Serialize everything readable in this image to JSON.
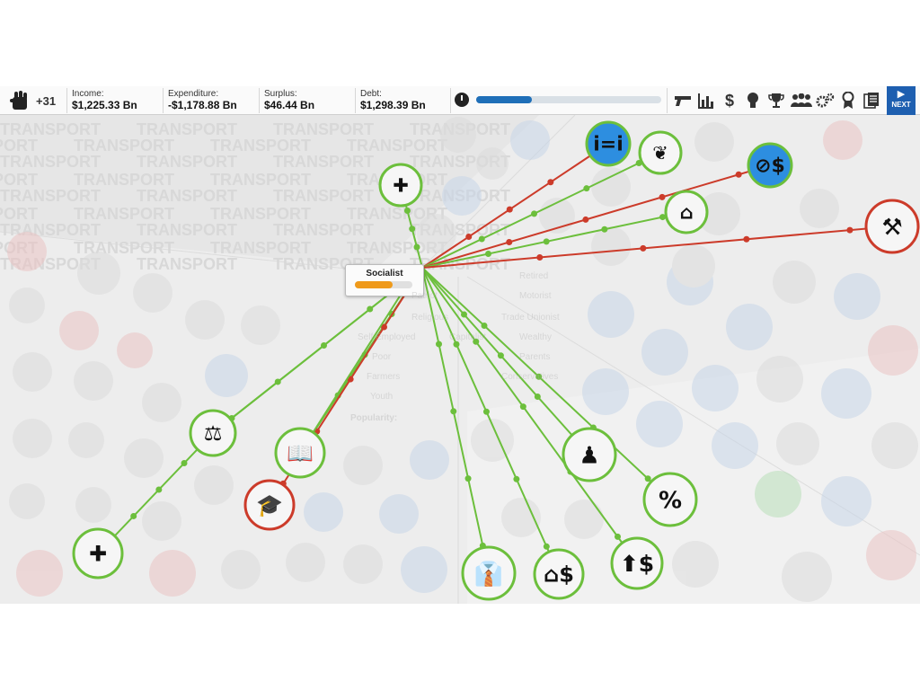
{
  "topbar": {
    "political_capital": "+31",
    "stats": [
      {
        "label": "Income:",
        "value": "$1,225.33 Bn"
      },
      {
        "label": "Expenditure:",
        "value": "-$1,178.88 Bn"
      },
      {
        "label": "Surplus:",
        "value": "$46.44 Bn"
      },
      {
        "label": "Debt:",
        "value": "$1,298.39 Bn"
      }
    ],
    "turn_progress": 0.3,
    "next_label": "NEXT",
    "icons": [
      "police-gun-icon",
      "statistics-chart-icon",
      "finance-dollar-icon",
      "ideas-lightbulb-icon",
      "achievements-trophy-icon",
      "cabinet-people-icon",
      "settings-gears-icon",
      "awards-ribbon-icon",
      "documents-icon"
    ]
  },
  "background_watermark": "TRANSPORT",
  "popup": {
    "title": "Socialist",
    "popularity_fraction": 0.65
  },
  "faded_panel": {
    "groups": [
      "Patriot",
      "Religious",
      "Trade Unionist",
      "Self Employed",
      "Capitalist",
      "Wealthy",
      "Poor",
      "Parents",
      "Farmers",
      "Conservatives",
      "Youth",
      "Retired",
      "Motorist"
    ],
    "popularity_label": "Popularity:"
  },
  "colors": {
    "positive": "#6cbf3c",
    "negative": "#cc3b2a",
    "accent": "#1e5fb0",
    "nodefill": "#f6f6f6"
  },
  "nodes": [
    {
      "name": "health-cross-icon-node",
      "glyph": "✚",
      "ring": "green"
    },
    {
      "name": "equality-node",
      "glyph": "i=i",
      "ring": "blue"
    },
    {
      "name": "food-bag-node",
      "glyph": "❦",
      "ring": "green"
    },
    {
      "name": "no-wealth-node",
      "glyph": "⊘$",
      "ring": "blue"
    },
    {
      "name": "housing-node",
      "glyph": "⌂",
      "ring": "green"
    },
    {
      "name": "hammer-sickle-node",
      "glyph": "⚒",
      "ring": "red"
    },
    {
      "name": "courts-gavel-node",
      "glyph": "⚖",
      "ring": "green"
    },
    {
      "name": "school-book-node",
      "glyph": "📖",
      "ring": "green"
    },
    {
      "name": "graduation-gear-node",
      "glyph": "🎓",
      "ring": "red"
    },
    {
      "name": "hierarchy-node",
      "glyph": "♟",
      "ring": "green"
    },
    {
      "name": "percent-tax-node",
      "glyph": "%",
      "ring": "green"
    },
    {
      "name": "group-health-node",
      "glyph": "✚",
      "ring": "green"
    },
    {
      "name": "worker-tie-node",
      "glyph": "👔",
      "ring": "green"
    },
    {
      "name": "property-tax-node",
      "glyph": "⌂$",
      "ring": "green"
    },
    {
      "name": "coin-stack-node",
      "glyph": "⬆$",
      "ring": "green"
    }
  ]
}
